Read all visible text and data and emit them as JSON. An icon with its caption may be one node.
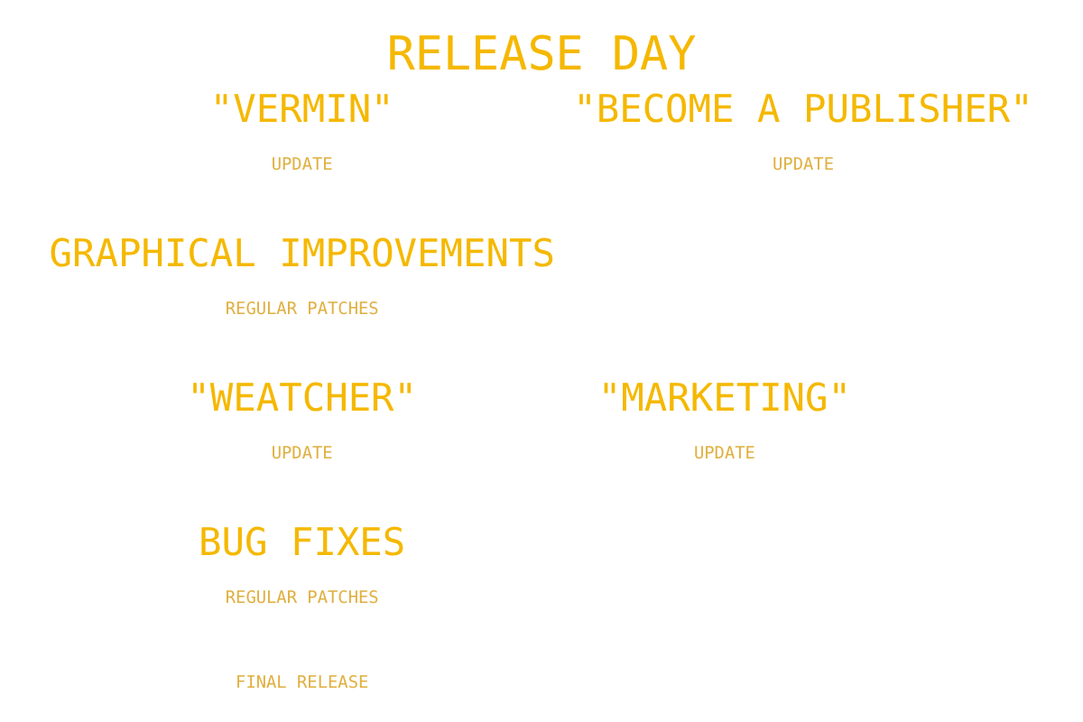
{
  "diagram": {
    "title": "RELEASE DAY",
    "labels": [
      "\"VERMIN\"",
      "UPDATE",
      "\"BECOME A PUBLISHER\"",
      "UPDATE",
      "GRAPHICAL IMPROVEMENTS",
      "REGULAR PATCHES",
      "\"WEATCHER\"",
      "UPDATE",
      "\"MARKETING\"",
      "UPDATE",
      "BUG FIXES",
      "REGULAR PATCHES",
      "FINAL RELEASE"
    ]
  }
}
